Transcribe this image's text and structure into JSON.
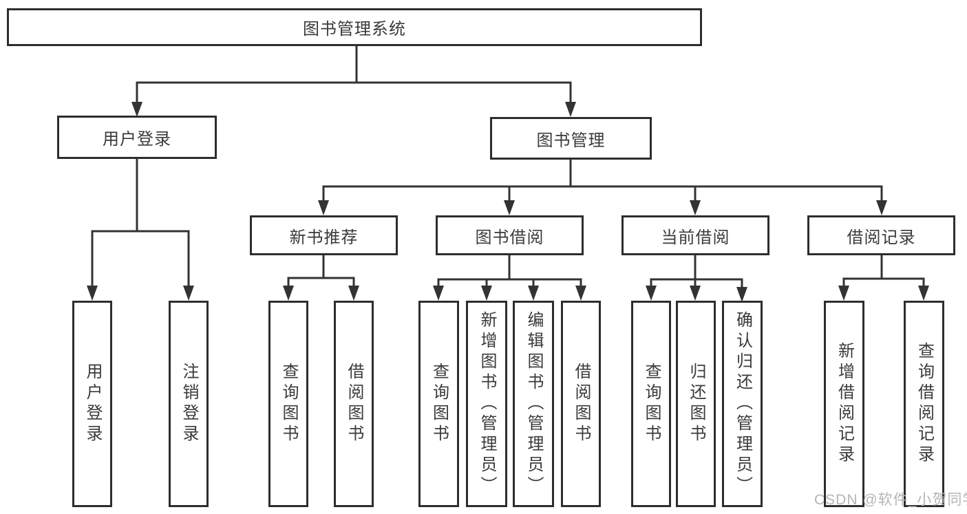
{
  "diagram": {
    "type": "hierarchy-tree",
    "root": {
      "label": "图书管理系统"
    },
    "branches": [
      {
        "label": "用户登录",
        "children": [
          {
            "label": "用户登录"
          },
          {
            "label": "注销登录"
          }
        ]
      },
      {
        "label": "图书管理",
        "groups": [
          {
            "label": "新书推荐",
            "children": [
              {
                "label": "查询图书"
              },
              {
                "label": "借阅图书"
              }
            ]
          },
          {
            "label": "图书借阅",
            "children": [
              {
                "label": "查询图书"
              },
              {
                "label": "新增图书（管理员）"
              },
              {
                "label": "编辑图书（管理员）"
              },
              {
                "label": "借阅图书"
              }
            ]
          },
          {
            "label": "当前借阅",
            "children": [
              {
                "label": "查询图书"
              },
              {
                "label": "归还图书"
              },
              {
                "label": "确认归还（管理员）"
              }
            ]
          },
          {
            "label": "借阅记录",
            "children": [
              {
                "label": "新增借阅记录"
              },
              {
                "label": "查询借阅记录"
              }
            ]
          }
        ]
      }
    ],
    "colors": {
      "line": "#333333",
      "box_border": "#2d2d2d",
      "box_fill": "#ffffff",
      "text": "#3a3a3a",
      "background": "#ffffff"
    }
  },
  "watermark": {
    "text": "CSDN @软件_小贺同学",
    "color": "#b5b5b5"
  }
}
